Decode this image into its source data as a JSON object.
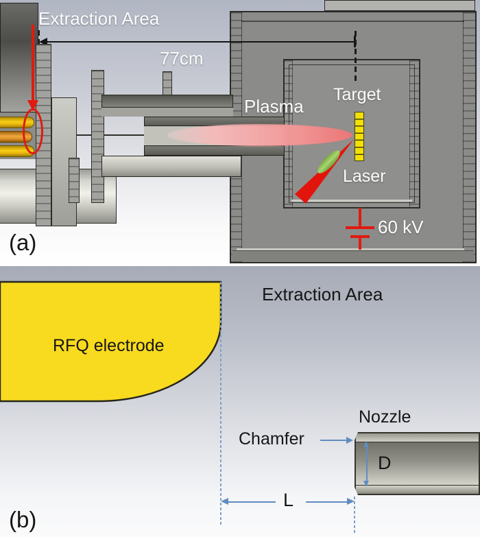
{
  "panel_a": {
    "tag": "(a)",
    "labels": {
      "extraction_area": "Extraction Area",
      "distance": "77cm",
      "plasma": "Plasma",
      "target": "Target",
      "laser": "Laser",
      "voltage": "60 kV"
    }
  },
  "panel_b": {
    "tag": "(b)",
    "labels": {
      "electrode": "RFQ electrode",
      "extraction_area": "Extraction Area",
      "nozzle": "Nozzle",
      "chamfer": "Chamfer",
      "diameter": "D",
      "length": "L"
    }
  },
  "colors": {
    "electrode_yellow": "#f8da1f",
    "target_yellow": "#f2df05",
    "laser_red": "#e2190f",
    "annotation_red": "#e2190f",
    "plasma_pink": "#f0a0a0",
    "lens_green": "#8cc153",
    "dimension_blue": "#5f8cc0",
    "chamber_gray": "#8b8b89"
  }
}
